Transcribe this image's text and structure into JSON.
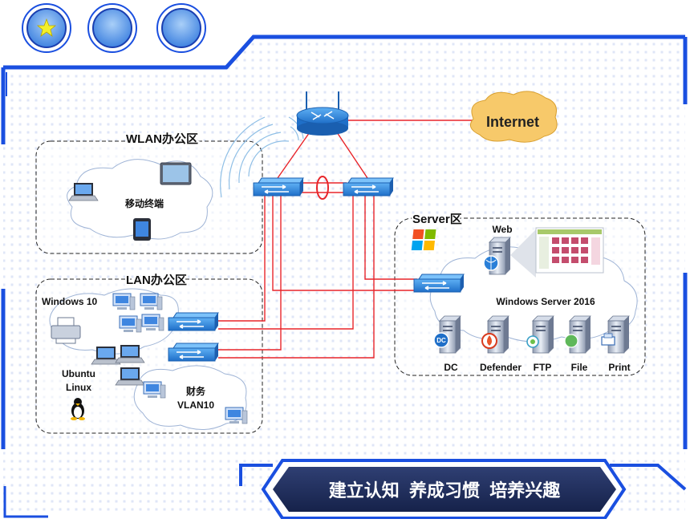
{
  "zones": {
    "wlan": {
      "title": "WLAN办公区",
      "mobile_label": "移动终端"
    },
    "lan": {
      "title": "LAN办公区",
      "windows_label": "Windows 10",
      "ubuntu_line1": "Ubuntu",
      "ubuntu_line2": "Linux",
      "finance_line1": "财务",
      "finance_line2": "VLAN10"
    },
    "server": {
      "title": "Server区",
      "web_label": "Web",
      "platform_label": "Windows Server 2016",
      "servers": [
        "DC",
        "Defender",
        "FTP",
        "File",
        "Print"
      ]
    }
  },
  "internet_label": "Internet",
  "banner": {
    "slogan": "建立认知  养成习惯  培养兴趣"
  },
  "colors": {
    "frame_blue": "#1a4fe0",
    "link_red": "#e8252a",
    "device_blue": "#2a7fd8",
    "cloud_orange": "#f7c96a"
  },
  "icons": [
    "star-icon",
    "router-icon",
    "switch-icon",
    "laptop-icon",
    "tablet-icon",
    "phone-icon",
    "printer-icon",
    "desktop-icon",
    "server-icon",
    "windows-logo-icon",
    "penguin-icon",
    "globe-icon"
  ]
}
